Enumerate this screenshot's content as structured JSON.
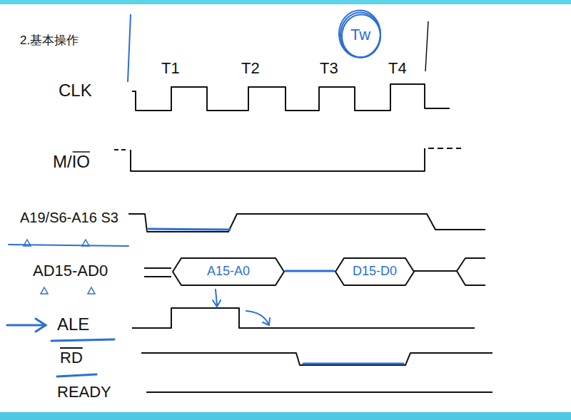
{
  "diagram": {
    "title": "2.基本操作",
    "nodes": [
      {
        "text": [
          "Tw"
        ]
      },
      {
        "text": [
          "A15-A0"
        ]
      },
      {
        "text": [
          "D15-D0"
        ]
      }
    ],
    "labels": [
      "T1",
      "T2",
      "T3",
      "T4",
      "CLK",
      "M/IO",
      "A19/S6-A16 S3",
      "AD15-AD0",
      "ALE",
      "RD",
      "READY"
    ]
  }
}
